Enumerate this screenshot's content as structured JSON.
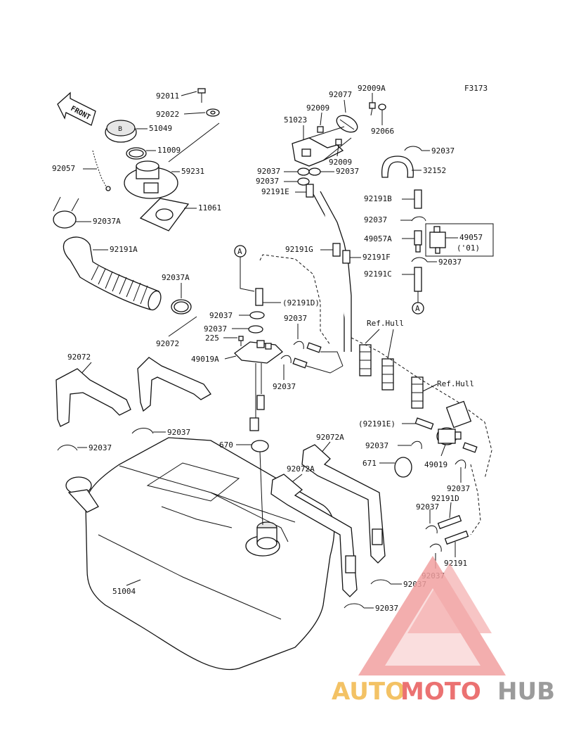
{
  "figure_code": "F3173",
  "front_label": "FRONT",
  "callouts": {
    "A": "A"
  },
  "parts": {
    "p92011": "92011",
    "p92022": "92022",
    "p51049": "51049",
    "p11009": "11009",
    "p92057": "92057",
    "p59231": "59231",
    "p11061": "11061",
    "p92037A_top": "92037A",
    "p92191A": "92191A",
    "p92037A_mid": "92037A",
    "p92072_mid": "92072",
    "p92072_left": "92072",
    "p92037_l1": "92037",
    "p92037_l2": "92037",
    "p92009A": "92009A",
    "p92077": "92077",
    "p92009_a": "92009",
    "p51023": "51023",
    "p92066": "92066",
    "p92009_b": "92009",
    "p92037_c1": "92037",
    "p92037_c2": "92037",
    "p92037_c3": "92037",
    "p92191E": "92191E",
    "p92037_r1": "92037",
    "p32152": "32152",
    "p92191B": "92191B",
    "p92037_r2": "92037",
    "p49057A": "49057A",
    "p49057": "49057",
    "p49057_note": "('01)",
    "p92191G": "92191G",
    "p92191F": "92191F",
    "p92037_r3": "92037",
    "p92191C": "92191C",
    "p92037_f1": "92037",
    "p92191D_paren": "(92191D)",
    "p92037_f2": "92037",
    "p225": "225",
    "p92037_f3": "92037",
    "p49019A": "49019A",
    "p92037_f4": "92037",
    "ref_hull_1": "Ref.Hull",
    "ref_hull_2": "Ref.Hull",
    "p92191E_paren": "(92191E)",
    "p92037_b1": "92037",
    "p49019": "49019",
    "p671": "671",
    "p670": "670",
    "p92072A_a": "92072A",
    "p92072A_b": "92072A",
    "p92037_b2": "92037",
    "p92037_b3": "92037",
    "p92191D": "92191D",
    "p92191": "92191",
    "p92037_b4": "92037",
    "p51004": "51004",
    "p92037_bt1": "92037",
    "p92037_bt2": "92037"
  },
  "watermark": {
    "part1": "AUTO",
    "part2": "MOTO",
    "part3": "HUB"
  }
}
